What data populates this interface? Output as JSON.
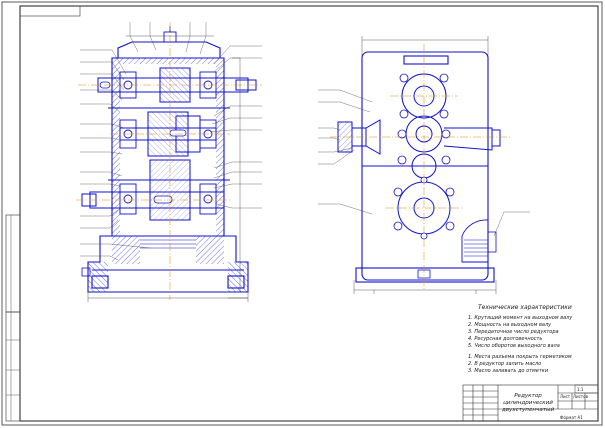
{
  "title_block": {
    "title": "Редуктор цилиндрический двухступенчатый",
    "sheet_label": "Лист",
    "sheets_label": "Листов",
    "scale": "1:1",
    "format": "Формат А1"
  },
  "tech_notes": {
    "heading": "Технические характеристики",
    "items": [
      "1. Крутящий момент на выходном валу",
      "2. Мощность на выходном валу",
      "3. Передаточное число редуктора",
      "4. Ресурсная долговечность",
      "5. Число оборотов выходного вала",
      "1. Места разъема покрыть герметиком",
      "2. В редуктор залить масло",
      "3. Масло заливать до отметки"
    ]
  },
  "palette": {
    "outline": "#1111cc",
    "centerline": "#d98c00",
    "hatch": "#1111cc",
    "frame": "#333333"
  }
}
